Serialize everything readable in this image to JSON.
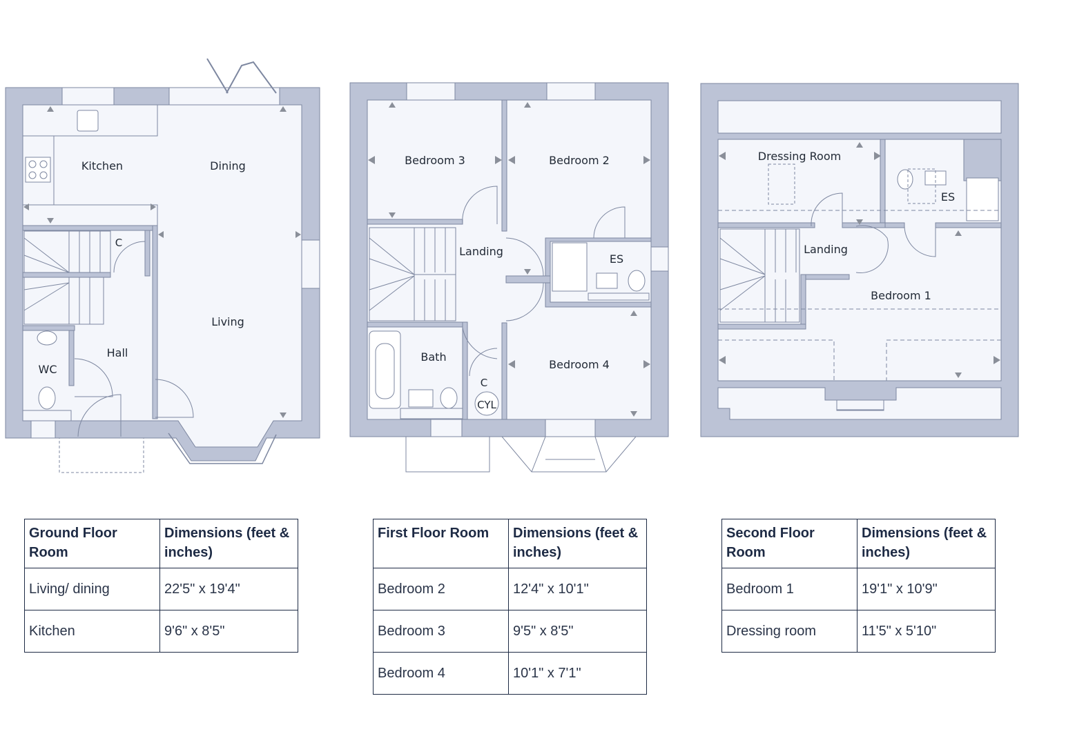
{
  "floor_plans": {
    "ground": {
      "rooms": [
        "Kitchen",
        "Dining",
        "Living",
        "Hall",
        "WC",
        "C"
      ]
    },
    "first": {
      "rooms": [
        "Bedroom 3",
        "Bedroom 2",
        "Landing",
        "ES",
        "Bath",
        "C",
        "CYL",
        "Bedroom 4"
      ]
    },
    "second": {
      "rooms": [
        "Dressing Room",
        "ES",
        "Landing",
        "Bedroom 1"
      ]
    }
  },
  "tables": {
    "ground": {
      "header_room": "Ground Floor Room",
      "header_dims": "Dimensions (feet & inches)",
      "rows": [
        {
          "room": "Living/ dining",
          "dims": "22'5\" x 19'4\""
        },
        {
          "room": "Kitchen",
          "dims": "9'6\" x 8'5\""
        }
      ]
    },
    "first": {
      "header_room": "First Floor Room",
      "header_dims": "Dimensions (feet & inches)",
      "rows": [
        {
          "room": "Bedroom 2",
          "dims": "12'4\" x 10'1\""
        },
        {
          "room": "Bedroom 3",
          "dims": "9'5\" x 8'5\""
        },
        {
          "room": "Bedroom 4",
          "dims": "10'1\" x 7'1\""
        }
      ]
    },
    "second": {
      "header_room": "Second Floor Room",
      "header_dims": "Dimensions (feet & inches)",
      "rows": [
        {
          "room": "Bedroom 1",
          "dims": "19'1\" x 10'9\""
        },
        {
          "room": "Dressing room",
          "dims": "11'5\" x 5'10\""
        }
      ]
    }
  },
  "colors": {
    "wall": "#bcc3d6",
    "floor": "#f4f6fb",
    "line": "#7d87a0",
    "marker": "#8a8f99",
    "table_border": "#1d2a44"
  }
}
